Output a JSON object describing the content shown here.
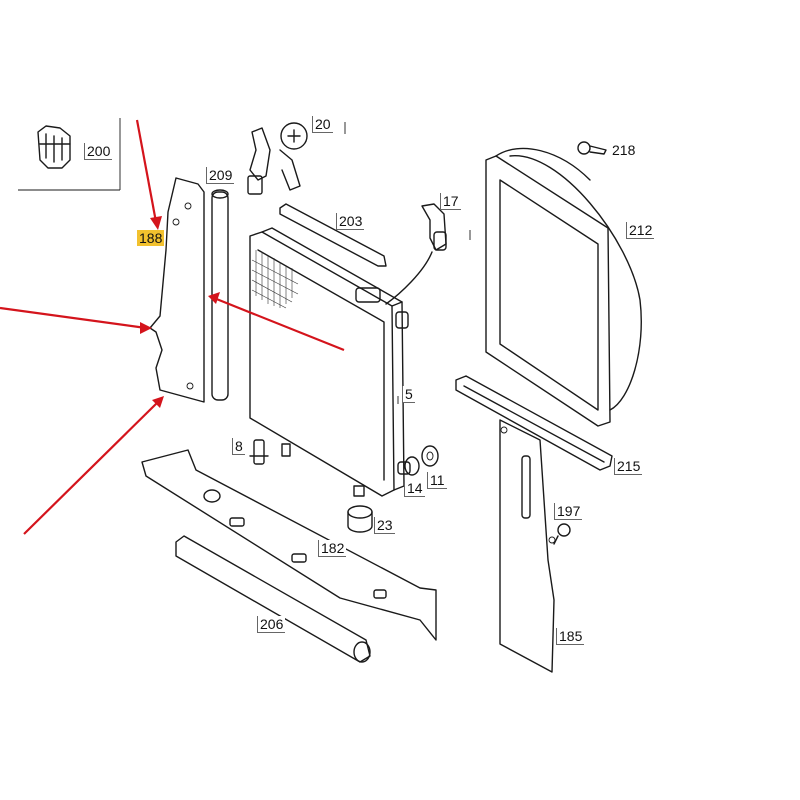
{
  "callouts": {
    "c188": "188",
    "c200": "200",
    "c20": "20",
    "c209": "209",
    "c203": "203",
    "c17": "17",
    "c218": "218",
    "c212": "212",
    "c5": "5",
    "c8": "8",
    "c14": "14",
    "c11": "11",
    "c23": "23",
    "c215": "215",
    "c197": "197",
    "c182": "182",
    "c206": "206",
    "c185": "185"
  },
  "colors": {
    "highlight": "#f2c12e",
    "arrow": "#d4141c",
    "line": "#1a1a1a"
  }
}
